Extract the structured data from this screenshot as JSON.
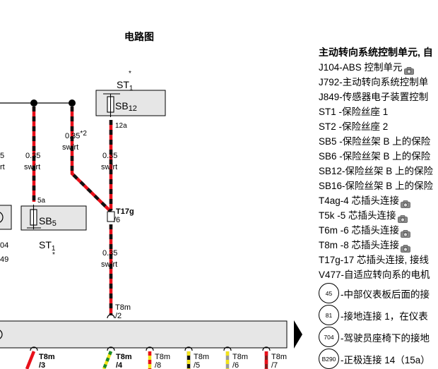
{
  "title": "电路图",
  "diagram": {
    "st1_top": {
      "label": "ST",
      "sub": "1",
      "star": "*"
    },
    "sb12": {
      "label": "SB",
      "sub": "12",
      "pin": "12a"
    },
    "sb5": {
      "label": "SB",
      "sub": "5",
      "pin": "5a"
    },
    "st1_bottom": {
      "label": "ST",
      "sub": "1",
      "star": "*"
    },
    "left_partial": {
      "size": "5",
      "color": "rt",
      "a": "04",
      "b": "49"
    },
    "wire_sb5": {
      "size": "0.35",
      "color": "sw/rt"
    },
    "wire_mid": {
      "size": "0.35",
      "note": "*2",
      "color": "sw/rt"
    },
    "wire_sb12": {
      "size": "0.35",
      "color": "sw/rt"
    },
    "wire_lower": {
      "size": "0.35",
      "color": "sw/rt"
    },
    "t17g": {
      "name": "T17g",
      "pin": "/6"
    },
    "t8m_top": {
      "name": "T8m",
      "pin": "/2"
    },
    "bottom_pins": [
      {
        "name": "T8m",
        "pin": "/3"
      },
      {
        "name": "T8m",
        "pin": "/4"
      },
      {
        "name": "T8m",
        "pin": "/8"
      },
      {
        "name": "T8m",
        "pin": "/5"
      },
      {
        "name": "T8m",
        "pin": "/6"
      },
      {
        "name": "T8m",
        "pin": "/7"
      }
    ]
  },
  "legend": {
    "heading": "主动转向系统控制单元, 自",
    "items": [
      {
        "code": "J104",
        "text": "-ABS 控制单元",
        "camera": true
      },
      {
        "code": "J792",
        "text": "-主动转向系统控制单",
        "camera": false
      },
      {
        "code": "J849",
        "text": "-传感器电子装置控制",
        "camera": false
      },
      {
        "code": "ST1",
        "text": " -保险丝座 1",
        "camera": false
      },
      {
        "code": "ST2",
        "text": " -保险丝座 2",
        "camera": false
      },
      {
        "code": "SB5",
        "text": " -保险丝架 B 上的保险",
        "camera": false
      },
      {
        "code": "SB6",
        "text": " -保险丝架 B 上的保险",
        "camera": false
      },
      {
        "code": "SB12",
        "text": "-保险丝架 B 上的保险",
        "camera": false
      },
      {
        "code": "SB16",
        "text": "-保险丝架 B 上的保险",
        "camera": false
      },
      {
        "code": "T4ag",
        "text": "-4 芯插头连接",
        "camera": true
      },
      {
        "code": "T5k",
        "text": " -5 芯插头连接",
        "camera": true
      },
      {
        "code": "T6m",
        "text": " -6 芯插头连接",
        "camera": true
      },
      {
        "code": "T8m",
        "text": " -8 芯插头连接",
        "camera": true
      },
      {
        "code": "T17g",
        "text": "-17 芯插头连接, 接线",
        "camera": false
      },
      {
        "code": "V477",
        "text": "-自适应转向系的电机",
        "camera": false
      }
    ],
    "circles": [
      {
        "num": "45",
        "text": "-中部仪表板后面的接"
      },
      {
        "num": "81",
        "text": "-接地连接 1，在仪表"
      },
      {
        "num": "704",
        "text": "-驾驶员座椅下的接地"
      },
      {
        "num": "B290",
        "text": "-正极连接 14（15a）"
      }
    ]
  },
  "colors": {
    "wire_red": "#e8101a",
    "wire_black": "#111111",
    "wire_yellow": "#f2e21a",
    "wire_green": "#1a8a2a",
    "wire_grey": "#9a9a9a",
    "box_fill": "#e6e6e6"
  }
}
